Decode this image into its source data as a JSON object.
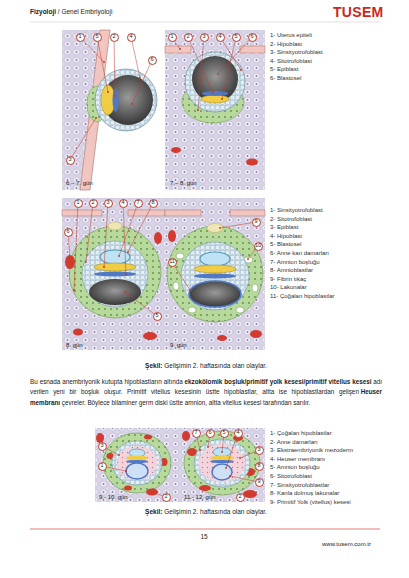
{
  "diagram": {
    "labels": [
      "Fizyoloji",
      "/ Genel Embriyoloji",
      "TUSEM",
      "1",
      "5",
      "2",
      "4",
      "3",
      "6",
      "6.– 7. gün",
      "1",
      "2",
      "3",
      "4",
      "5",
      "6",
      "7.– 8. gün",
      "1- Uterus epiteli",
      "2- Hipoblast",
      "3- Sinsityotrofoblast",
      "4- Sitotrofoblast",
      "5- Epiblast",
      "6- Blastosel",
      "1",
      "2",
      "3",
      "4",
      "5",
      "6",
      "7",
      "8",
      "8. gün",
      "9",
      "10",
      "11",
      "9. gün",
      "1- Sinsityotrofoblast",
      "2- Sitotrofoblast",
      "3- Epiblast",
      "4- Hipoblast",
      "5- Blastosel",
      "6- Anne kan damarları",
      "7- Amnion boşluğu",
      "8- Amnioblastlar",
      "9- Fibrin tıkaç",
      "10- Lakunalar",
      "11- Çoğalan hipoblastlar",
      "Şekil:",
      "Gelişimin 2. haftasında olan olaylar.",
      "Bu esnada anembriyonik kutupta hipoblastların altında",
      "ekzokölomik boşluk/primitif yolk kesesi/primitif vitellus kesesi",
      "adı verilen yeni bir boşluk oluşur. Primitif vitellus kesesinin üstte hipoblastlar, altta ise hipoblastlardan gelişen",
      "Heuser membranı",
      "çevreler. Böylece bilaminer germ diski üstte amnion, altta vitellus kesesi tarafından sarılır.",
      "1",
      "2",
      "3",
      "9.- 10. gün",
      "7",
      "6",
      "5",
      "4",
      "3",
      "8",
      "9",
      "2",
      "11.- 12. gün",
      "1- Çoğalan hipoblastlar",
      "2- Anne damarları",
      "3- Ekstraembriyonik mezoderm",
      "4- Heuser membranı",
      "5- Amnion boşluğu",
      "6- Sitotrofoblast",
      "7- Sinsityotrofoblastlar",
      "8- Kanla dolmuş lakunalar",
      "9- Primitif Yolk (vitellus) kesesi",
      "Şekil:",
      "Gelişimin 2. haftasında olan olaylar.",
      "15",
      "www.tusem.com.tr"
    ]
  }
}
